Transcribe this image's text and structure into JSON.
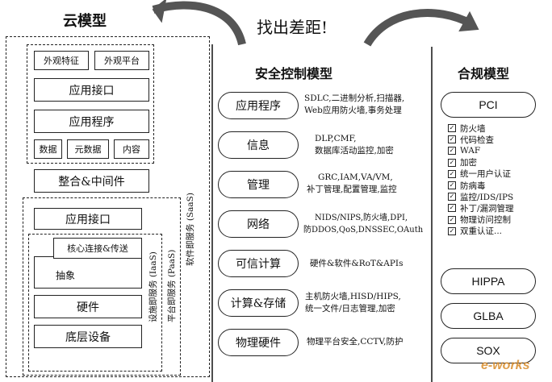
{
  "headline": "找出差距!",
  "cloud_model": {
    "title": "云模型",
    "top_row": [
      "外观特征",
      "外观平台"
    ],
    "app_interface": "应用接口",
    "app_program": "应用程序",
    "data_row": [
      "数据",
      "元数据",
      "内容"
    ],
    "integration": "整合&中间件",
    "saas_label": "软件即服务 (SaaS)",
    "paas_label": "平台即服务 (PaaS)",
    "iaas_label": "设施即服务 (IaaS)",
    "inner_app_interface": "应用接口",
    "core_connect": "核心连接&传送",
    "abstraction": "抽象",
    "hardware": "硬件",
    "infrastructure": "底层设备"
  },
  "security_model": {
    "title": "安全控制模型",
    "rows": [
      {
        "label": "应用程序",
        "desc": [
          "SDLC,二进制分析,扫描器,",
          "Web应用防火墙,事务处理"
        ]
      },
      {
        "label": "信息",
        "desc": [
          "DLP,CMF,",
          "数据库活动监控,加密"
        ]
      },
      {
        "label": "管理",
        "desc": [
          "GRC,IAM,VA/VM,",
          "补丁管理,配置管理,监控"
        ]
      },
      {
        "label": "网络",
        "desc": [
          "NIDS/NIPS,防火墙,DPI,",
          "防DDOS,QoS,DNSSEC,OAuth"
        ]
      },
      {
        "label": "可信计算",
        "desc": [
          "硬件&软件&RoT&APIs"
        ]
      },
      {
        "label": "计算&存储",
        "desc": [
          "主机防火墙,HISD/HIPS,",
          "统一文件/日志管理,加密"
        ]
      },
      {
        "label": "物理硬件",
        "desc": [
          "物理平台安全,CCTV,防护"
        ]
      }
    ]
  },
  "compliance_model": {
    "title": "合规模型",
    "pci": "PCI",
    "checklist": [
      "防火墙",
      "代码检查",
      "WAF",
      "加密",
      "统一用户认证",
      "防病毒",
      "监控/IDS/IPS",
      "补丁/漏洞管理",
      "物理访问控制",
      "双重认证..."
    ],
    "others": [
      "HIPPA",
      "GLBA",
      "SOX"
    ]
  },
  "watermark": "e-works"
}
